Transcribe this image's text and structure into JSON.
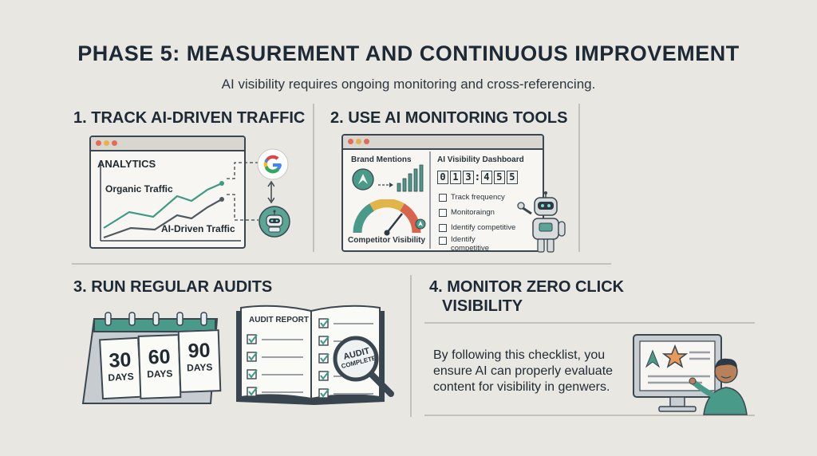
{
  "header": {
    "title": "PHASE 5: MEASUREMENT AND CONTINUOUS IMPROVEMENT",
    "subtitle": "AI visibility requires ongoing monitoring and cross-referencing."
  },
  "sections": {
    "track": {
      "heading": "1. TRACK AI-DRIVEN TRAFFIC",
      "analytics_label": "ANALYTICS",
      "organic_label": "Organic Traffic",
      "ai_label": "AI-Driven Traffic"
    },
    "tools": {
      "heading": "2. USE AI MONITORING TOOLS",
      "brand_label": "Brand Mentions",
      "competitor_label": "Competitor Visibility",
      "dashboard_label": "AI Visibility Dashboard",
      "digits": [
        "0",
        "1",
        "3",
        ":",
        "4",
        "5",
        "5"
      ],
      "checklist": [
        "Track frequency",
        "Monitoraingn",
        "Identify competitive",
        "Identify competitive gain"
      ]
    },
    "audits": {
      "heading": "3. RUN REGULAR AUDITS",
      "calendar": [
        {
          "num": "30",
          "label": "DAYS"
        },
        {
          "num": "60",
          "label": "DAYS"
        },
        {
          "num": "90",
          "label": "DAYS"
        }
      ],
      "report_label": "AUDIT REPORT",
      "stamp_line1": "AUDIT",
      "stamp_line2": "COMPLETE"
    },
    "zero_click": {
      "heading_line1": "4. MONITOR ZERO CLICK",
      "heading_line2": "VISIBILITY",
      "paragraph": [
        "By following this checklist, you",
        "ensure AI can properly evaluate",
        "content for visibility in genwers."
      ]
    }
  },
  "colors": {
    "background": "#e9e7e2",
    "organic_line": "#3f9a84",
    "ai_line": "#4e5861",
    "teal": "#4a9a8a",
    "gauge_red": "#d8644e",
    "gauge_yellow": "#e2b54a"
  },
  "icons": [
    "google-icon",
    "robot-icon",
    "brand-logo-icon",
    "star-icon",
    "magnifier-icon",
    "checkbox-icon"
  ]
}
